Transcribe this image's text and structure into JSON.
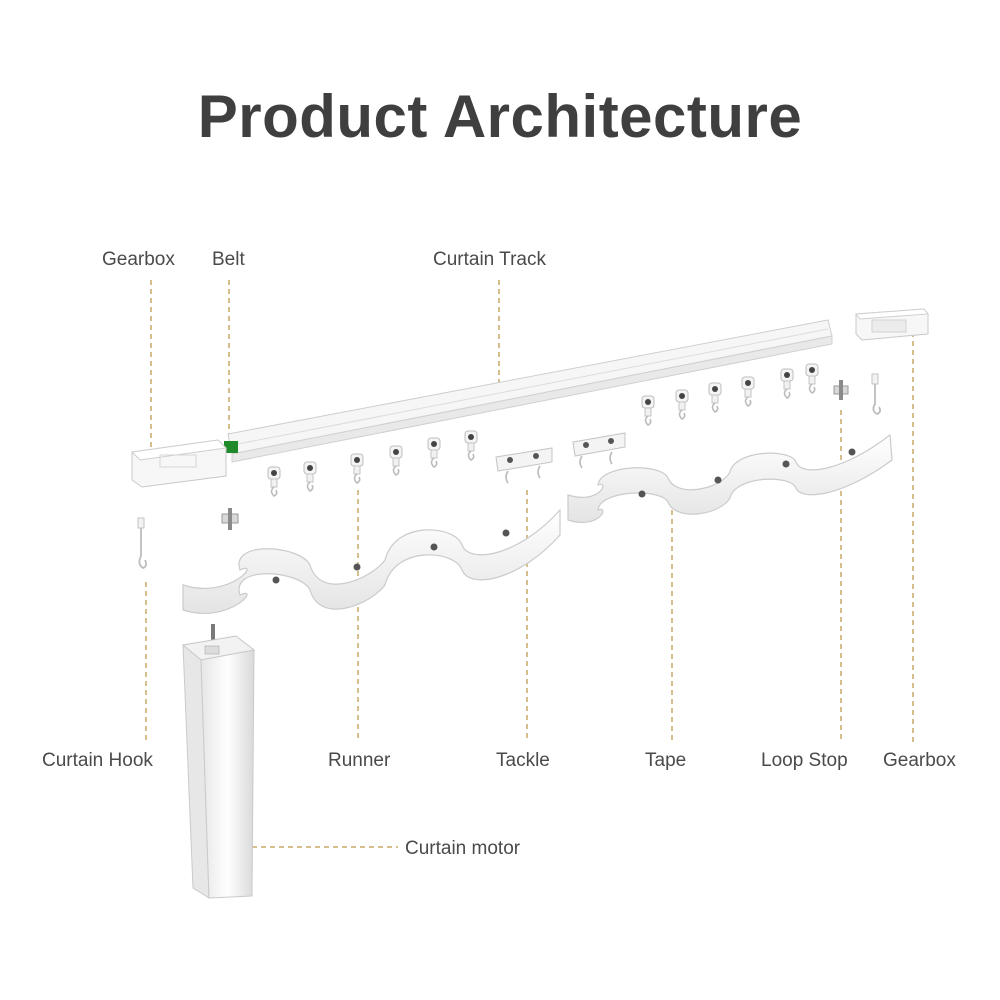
{
  "title": "Product Architecture",
  "labels": {
    "gearbox_left": "Gearbox",
    "belt": "Belt",
    "curtain_track": "Curtain Track",
    "curtain_hook": "Curtain Hook",
    "runner": "Runner",
    "tackle": "Tackle",
    "tape": "Tape",
    "loop_stop": "Loop Stop",
    "gearbox_right": "Gearbox",
    "curtain_motor": "Curtain motor"
  },
  "colors": {
    "title": "#3f3f3f",
    "label": "#4a4a4a",
    "leader_line": "#c8a96a",
    "belt": "#1e8a2a",
    "part_fill": "#f7f7f7",
    "part_stroke": "#c9c9c9"
  }
}
